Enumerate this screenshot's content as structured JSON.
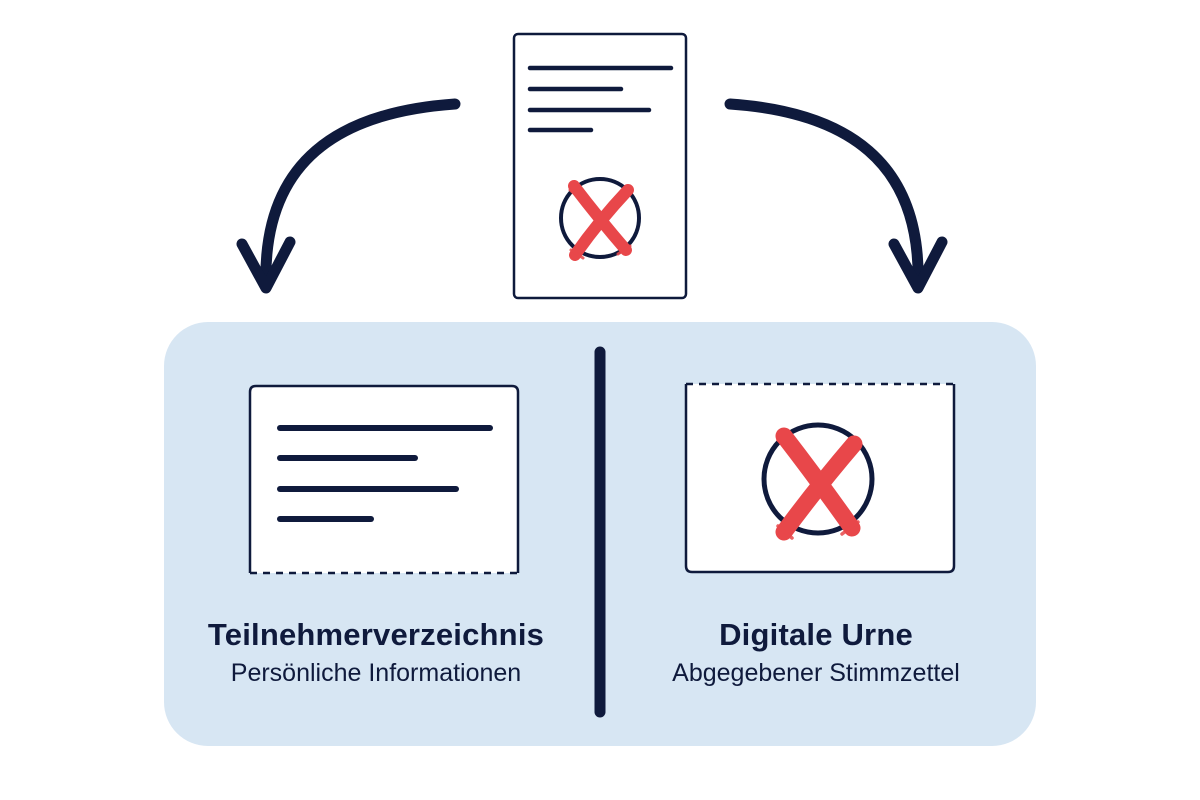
{
  "colors": {
    "ink": "#0f1a3c",
    "panel": "#d7e6f3",
    "paper": "#ffffff",
    "mark": "#e8474a"
  },
  "icons": {
    "ballot": "ballot-document-icon",
    "mark": "red-x-mark-icon",
    "arrow": "curved-arrow-icon"
  },
  "left": {
    "title": "Teilnehmerverzeichnis",
    "subtitle": "Persönliche Informationen"
  },
  "right": {
    "title": "Digitale Urne",
    "subtitle": "Abgegebener Stimmzettel"
  }
}
